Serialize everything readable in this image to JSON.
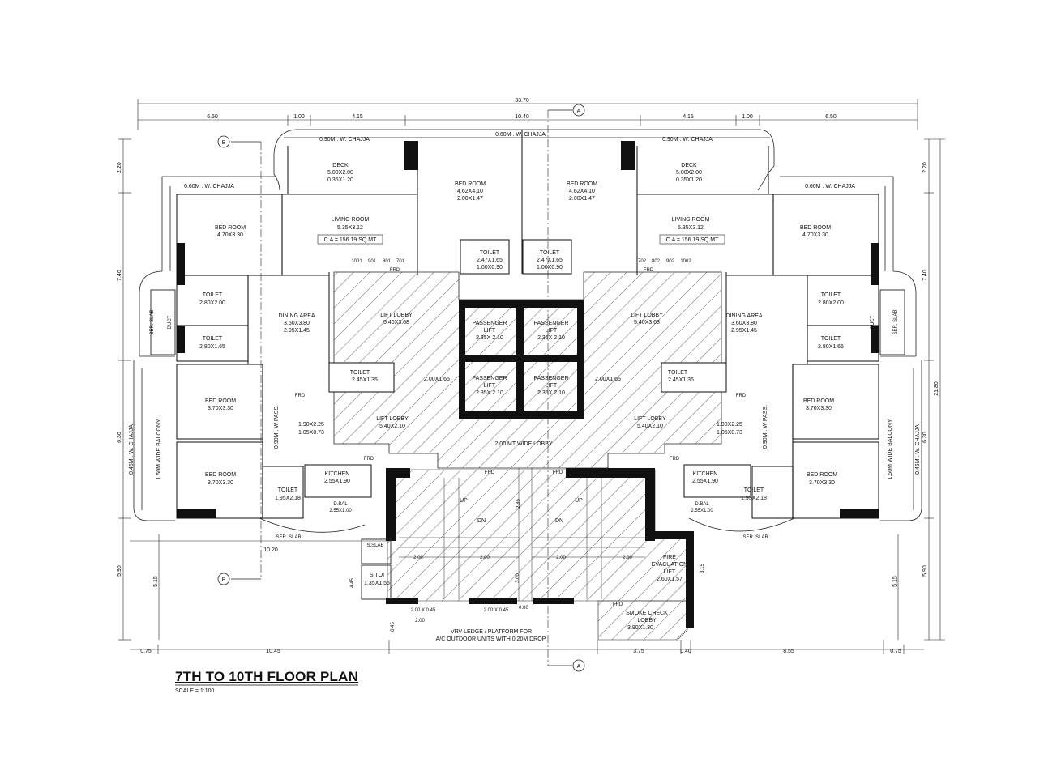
{
  "title": "7TH TO 10TH FLOOR PLAN",
  "scale": "SCALE = 1:100",
  "section_markers": {
    "A": "A",
    "B": "B"
  },
  "dims_top": {
    "total": "33.70",
    "seg1": "6.50",
    "seg2": "1.00",
    "seg3": "4.15",
    "seg4": "10.40",
    "seg5": "4.15",
    "seg6": "1.00",
    "seg7": "6.50"
  },
  "dims_bottom": {
    "seg1": "0.75",
    "seg2": "10.45",
    "seg3": "3.75",
    "seg4": "0.40",
    "seg5": "8.55",
    "seg6": "0.75"
  },
  "dims_left": {
    "d1": "2.20",
    "d2": "7.40",
    "d3": "6.30",
    "d4": "5.90",
    "d5": "5.15"
  },
  "dims_right": {
    "d1": "2.20",
    "d2": "7.40",
    "d3": "6.30",
    "d4": "5.90",
    "d5": "5.15",
    "total": "21.80"
  },
  "chajja": {
    "top": "0.60M . W. CHAJJA",
    "side": "0.90M . W. CHAJJA",
    "wing": "0.60M . W. CHAJJA"
  },
  "rooms_left": {
    "deck": [
      "DECK",
      "5.00X2.00",
      "0.35X1.20"
    ],
    "bed_top": [
      "BED ROOM",
      "4.70X3.30"
    ],
    "living": [
      "LIVING ROOM",
      "5.35X3.12"
    ],
    "carpet": "C.A = 156.19 SQ.MT",
    "units": [
      "1001",
      "901",
      "801",
      "701"
    ],
    "toilet1": [
      "TOILET",
      "2.80X2.00"
    ],
    "toilet2": [
      "TOILET",
      "2.80X1.65"
    ],
    "dining": [
      "DINING AREA",
      "3.60X3.80",
      "2.95X1.45"
    ],
    "toilet3": [
      "TOILET",
      "2.45X1.35"
    ],
    "bed_mid": [
      "BED ROOM",
      "3.70X3.30"
    ],
    "bed_low": [
      "BED ROOM",
      "3.70X3.30"
    ],
    "pass": [
      "1.90X2.25",
      "1.05X0.73"
    ],
    "kitchen": [
      "KITCHEN",
      "2.55X1.90"
    ],
    "toilet4": [
      "TOILET",
      "1.95X2.18"
    ],
    "dbal": [
      "D.BAL",
      "2.55X1.00"
    ],
    "balcony": "1.50M  WIDE BALCONY",
    "wchajja": "0.45M . W. CHAJJA",
    "wpass": "0.90M . W PASS.",
    "duct": "DUCT",
    "serslab": "SER. SLAB",
    "serslab2": "SER. SLAB"
  },
  "rooms_right": {
    "deck": [
      "DECK",
      "5.00X2.00",
      "0.35X1.20"
    ],
    "bed_top": [
      "BED ROOM",
      "4.70X3.30"
    ],
    "living": [
      "LIVING ROOM",
      "5.35X3.12"
    ],
    "carpet": "C.A = 156.19 SQ.MT",
    "units": [
      "702",
      "802",
      "902",
      "1002"
    ],
    "toilet1": [
      "TOILET",
      "2.80X2.00"
    ],
    "toilet2": [
      "TOILET",
      "2.80X1.65"
    ],
    "dining": [
      "DINING AREA",
      "3.60X3.80",
      "2.95X1.45"
    ],
    "toilet3": [
      "TOILET",
      "2.45X1.35"
    ],
    "bed_mid": [
      "BED ROOM",
      "3.70X3.30"
    ],
    "bed_low": [
      "BED ROOM",
      "3.70X3.30"
    ],
    "pass": [
      "1.90X2.25",
      "1.05X0.73"
    ],
    "kitchen": [
      "KITCHEN",
      "2.55X1.90"
    ],
    "toilet4": [
      "TOILET",
      "1.95X2.18"
    ],
    "dbal": [
      "D.BAL",
      "2.55X1.00"
    ],
    "balcony": "1.50M  WIDE BALCONY",
    "wchajja": "0.45M . W. CHAJJA",
    "wpass": "0.90M . W PASS.",
    "duct": "DUCT",
    "serslab": "SER. SLAB",
    "serslab2": "SER. SLAB"
  },
  "core": {
    "bed_l": [
      "BED ROOM",
      "4.62X4.10",
      "2.00X1.47"
    ],
    "bed_r": [
      "BED ROOM",
      "4.62X4.10",
      "2.00X1.47"
    ],
    "toilet_l": [
      "TOILET",
      "2.47X1.65",
      "1.00X0.90"
    ],
    "toilet_r": [
      "TOILET",
      "2.47X1.65",
      "1.00X0.90"
    ],
    "lobby_tl": [
      "LIFT LOBBY",
      "5.40X3.68"
    ],
    "lobby_tr": [
      "LIFT LOBBY",
      "5.40X3.68"
    ],
    "lobby_bl": [
      "LIFT LOBBY",
      "5.40X2.10"
    ],
    "lobby_br": [
      "LIFT LOBBY",
      "5.40X2.10"
    ],
    "lift1": [
      "PASSENGER",
      "LIFT",
      "2.35X 2.10"
    ],
    "lift2": [
      "PASSENGER",
      "LIFT",
      "2.35X 2.10"
    ],
    "lift3": [
      "PASSENGER",
      "LIFT",
      "2.35X 2.10"
    ],
    "lift4": [
      "PASSENGER",
      "LIFT",
      "2.35X 2.10"
    ],
    "pass_l": "2.00X1.65",
    "pass_r": "2.00X1.65",
    "wide_lobby": "2.00 MT WIDE LOBBY",
    "frd": "FRD",
    "fire": [
      "FIRE",
      "EVACUATION",
      "LIFT",
      "2.60X1.57"
    ],
    "smoke": [
      "SMOKE CHECK",
      "LOBBY",
      "3.90X1.30"
    ],
    "stoi": [
      "S.TOI",
      "1.35X1.55"
    ],
    "sslab": "S.SLAB",
    "up": "UP",
    "dn": "DN",
    "vrv": "VRV LEDGE / PLATFORM FOR",
    "vrv2": "A/C OUTDOOR UNITS WITH 0.20M DROP.",
    "ledge1": "2.00 X 0.45",
    "ledge2": "2.00 X 0.45",
    "dim_1020": "10.20",
    "dim_200": "2.00",
    "dim_300": "3.00",
    "dim_445": "4.45",
    "dim_315": "3.15",
    "dim_080": "0.80",
    "dim_045": "0.45",
    "dim_285": "2.85"
  }
}
